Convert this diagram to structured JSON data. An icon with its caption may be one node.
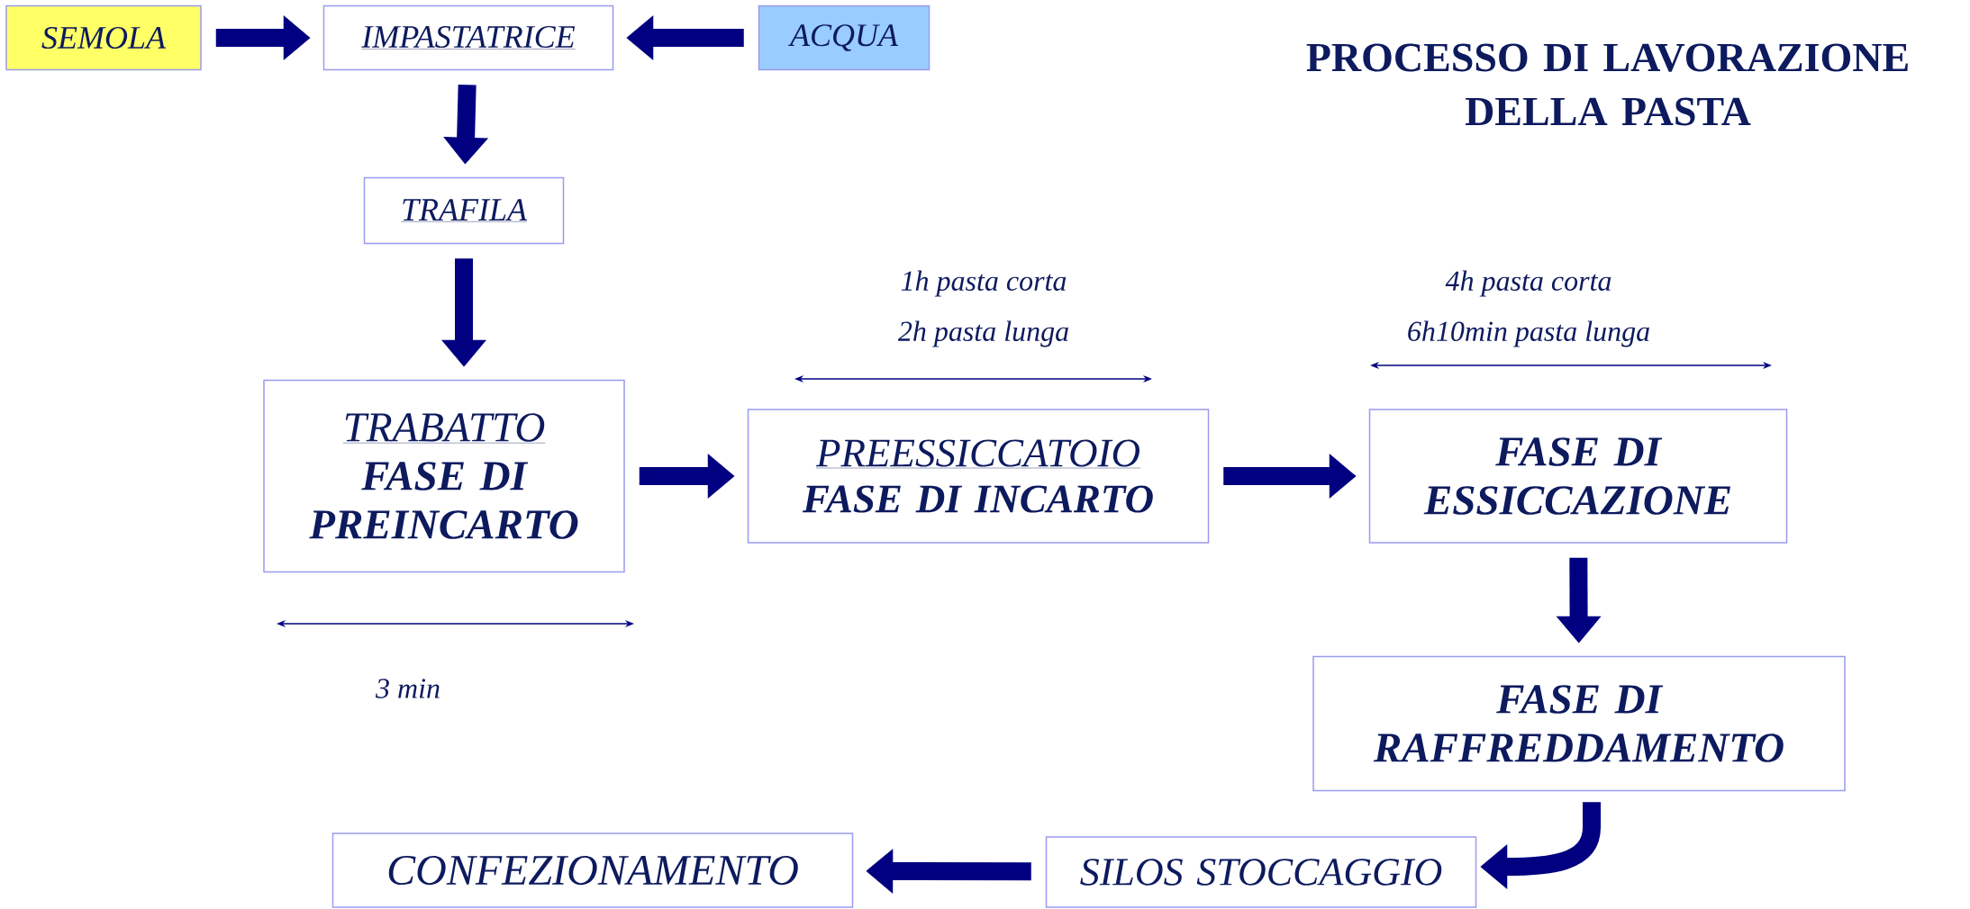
{
  "diagram": {
    "title": "PROCESSO DI LAVORAZIONE DELLA PASTA",
    "nodes": [
      {
        "text": [
          "SEMOLA"
        ]
      },
      {
        "text": [
          "IMPASTATRICE"
        ]
      },
      {
        "text": [
          "ACQUA"
        ]
      },
      {
        "text": [
          "TRAFILA"
        ]
      },
      {
        "text": [
          "TRABATTO",
          "FASE DI PREINCARTO"
        ],
        "beside": [
          "3 min"
        ]
      },
      {
        "text": [
          "PREESSICCATOIO",
          "FASE DI INCARTO"
        ],
        "beside": [
          "1h pasta corta",
          "2h pasta lunga"
        ]
      },
      {
        "text": [
          "FASE DI ESSICCAZIONE"
        ],
        "beside": [
          "4h pasta corta",
          "6h10min pasta lunga"
        ]
      },
      {
        "text": [
          "FASE DI RAFFREDDAMENTO"
        ]
      },
      {
        "text": [
          "SILOS STOCCAGGIO"
        ]
      },
      {
        "text": [
          "CONFEZIONAMENTO"
        ]
      }
    ],
    "edges": [
      {
        "from": 0,
        "to": 1,
        "arrow": "to"
      },
      {
        "from": 2,
        "to": 1,
        "arrow": "to"
      },
      {
        "from": 1,
        "to": 3,
        "arrow": "to"
      },
      {
        "from": 3,
        "to": 4,
        "arrow": "to"
      },
      {
        "from": 4,
        "to": 5,
        "arrow": "to"
      },
      {
        "from": 5,
        "to": 6,
        "arrow": "to"
      },
      {
        "from": 6,
        "to": 7,
        "arrow": "to"
      },
      {
        "from": 7,
        "to": 8,
        "arrow": "to"
      },
      {
        "from": 8,
        "to": 9,
        "arrow": "to"
      }
    ]
  }
}
